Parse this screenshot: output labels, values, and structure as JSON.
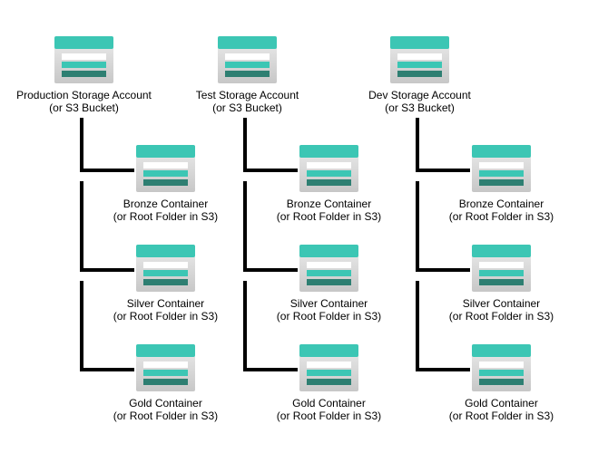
{
  "colors": {
    "icon_header": "#3cc6b4",
    "icon_body_top": "#ececec",
    "icon_body_bottom": "#c7c7c7",
    "icon_bar_light": "#ffffff",
    "icon_bar_mid": "#3cc6b4",
    "icon_bar_dark": "#2e7f72",
    "connector": "#000000"
  },
  "icon": "storage-account-icon",
  "accounts": [
    {
      "name": "Production Storage Account",
      "note": "(or S3 Bucket)",
      "containers": [
        {
          "name": "Bronze Container",
          "note": "(or Root Folder in S3)"
        },
        {
          "name": "Silver Container",
          "note": "(or Root Folder in S3)"
        },
        {
          "name": "Gold Container",
          "note": "(or Root Folder in S3)"
        }
      ]
    },
    {
      "name": "Test Storage Account",
      "note": "(or S3 Bucket)",
      "containers": [
        {
          "name": "Bronze Container",
          "note": "(or Root Folder in S3)"
        },
        {
          "name": "Silver Container",
          "note": "(or Root Folder in S3)"
        },
        {
          "name": "Gold Container",
          "note": "(or Root Folder in S3)"
        }
      ]
    },
    {
      "name": "Dev Storage Account",
      "note": "(or S3 Bucket)",
      "containers": [
        {
          "name": "Bronze Container",
          "note": "(or Root Folder in S3)"
        },
        {
          "name": "Silver Container",
          "note": "(or Root Folder in S3)"
        },
        {
          "name": "Gold Container",
          "note": "(or Root Folder in S3)"
        }
      ]
    }
  ]
}
